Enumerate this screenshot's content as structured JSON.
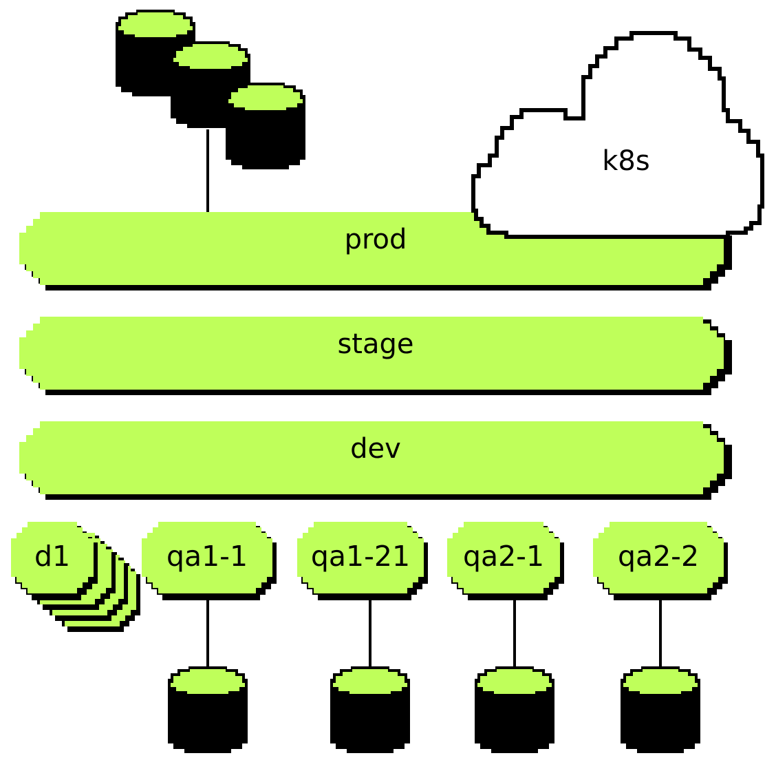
{
  "colors": {
    "accent": "#bfff5a",
    "ink": "#000000",
    "background": "#ffffff",
    "cloud_fill": "#ffffff"
  },
  "cloud": {
    "label": "k8s"
  },
  "environments": [
    {
      "id": "prod",
      "label": "prod"
    },
    {
      "id": "stage",
      "label": "stage"
    },
    {
      "id": "dev",
      "label": "dev"
    }
  ],
  "instances": [
    {
      "id": "d1",
      "label": "d1",
      "stacked": true
    },
    {
      "id": "qa1-1",
      "label": "qa1-1",
      "has_database": true
    },
    {
      "id": "qa1-21",
      "label": "qa1-21",
      "has_database": true
    },
    {
      "id": "qa2-1",
      "label": "qa2-1",
      "has_database": true
    },
    {
      "id": "qa2-2",
      "label": "qa2-2",
      "has_database": true
    }
  ],
  "prod_databases": {
    "count": 3,
    "icon": "database-icon"
  }
}
